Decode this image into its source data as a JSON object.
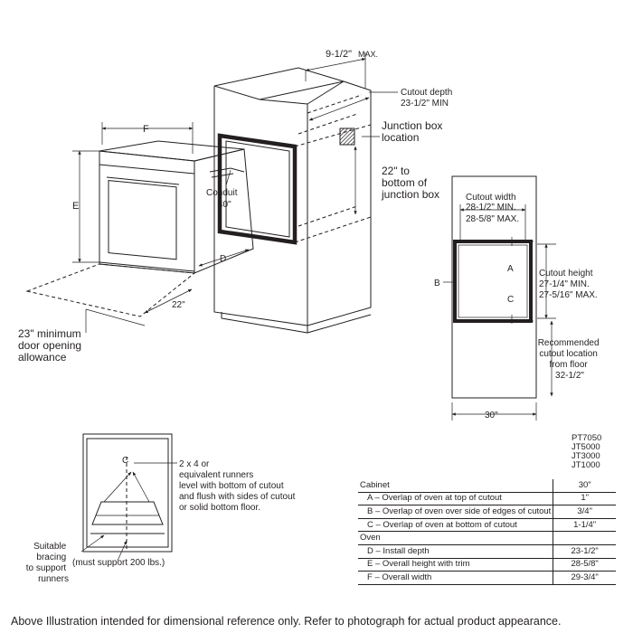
{
  "top_dimension": {
    "value": "9-1/2\"",
    "suffix": "MAX."
  },
  "cutout_depth": {
    "line1": "Cutout depth",
    "line2": "23-1/2\" MIN"
  },
  "junction_box": {
    "line1": "Junction box",
    "line2": "location"
  },
  "junction_height": {
    "line1": "22\" to",
    "line2": "bottom of",
    "line3": "junction box"
  },
  "oven_labels": {
    "f": "F",
    "e": "E",
    "d": "D",
    "width_22": "22\"",
    "conduit": "Conduit",
    "conduit_len": "40\""
  },
  "door_allowance": {
    "line1": "23\" minimum",
    "line2": "door opening",
    "line3": "allowance"
  },
  "cutout_width": {
    "line1": "Cutout width",
    "line2": "28-1/2\" MIN.",
    "line3": "28-5/8\" MAX."
  },
  "cutout_height": {
    "line1": "Cutout height",
    "line2": "27-1/4\" MIN.",
    "line3": "27-5/16\" MAX."
  },
  "cutout_location": {
    "line1": "Recommended",
    "line2": "cutout location",
    "line3": "from floor",
    "line4": "32-1/2\""
  },
  "front_labels": {
    "a": "A",
    "b": "B",
    "c": "C",
    "width": "30\""
  },
  "runners": {
    "line1": "2 x 4 or",
    "line2": "equivalent runners",
    "line3": "level with bottom of cutout",
    "line4": "and flush with sides of cutout",
    "line5": "or solid bottom floor."
  },
  "bracing": {
    "line1": "Suitable",
    "line2": "bracing",
    "line3": "to support",
    "line4": "runners",
    "note": "(must support 200 lbs.)",
    "centerline": "C"
  },
  "models": [
    "PT7050",
    "JT5000",
    "JT3000",
    "JT1000"
  ],
  "table": {
    "cabinet": {
      "label": "Cabinet",
      "value": "30\""
    },
    "a": {
      "label": "A – Overlap of oven at top of cutout",
      "value": "1\""
    },
    "b": {
      "label": "B – Overlap of oven over side of edges of cutout",
      "value": "3/4\""
    },
    "c": {
      "label": "C – Overlap of oven at bottom of cutout",
      "value": "1-1/4\""
    },
    "oven": {
      "label": "Oven",
      "value": ""
    },
    "d": {
      "label": "D – Install depth",
      "value": "23-1/2\""
    },
    "e": {
      "label": "E – Overall height with trim",
      "value": "28-5/8\""
    },
    "f": {
      "label": "F – Overall width",
      "value": "29-3/4\""
    }
  },
  "footer": "Above Illustration intended for dimensional reference only. Refer to photograph for actual product appearance."
}
